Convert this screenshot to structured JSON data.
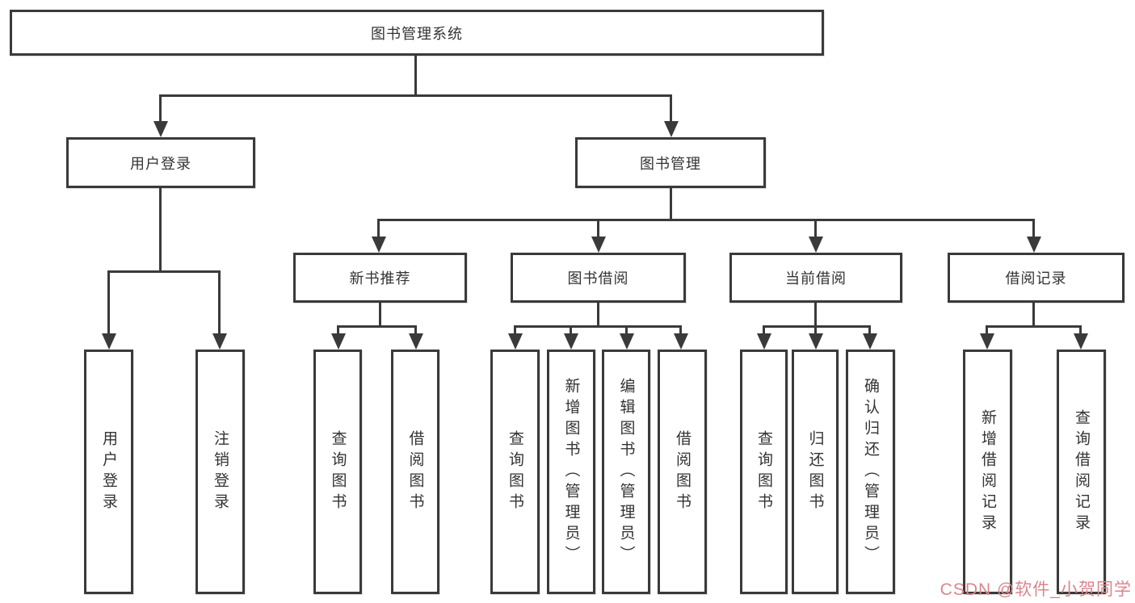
{
  "diagram": {
    "root": {
      "label": "图书管理系统"
    },
    "level2": {
      "user_login": {
        "label": "用户登录"
      },
      "book_mgmt": {
        "label": "图书管理"
      }
    },
    "level3": {
      "new_book_rec": {
        "label": "新书推荐"
      },
      "book_borrow": {
        "label": "图书借阅"
      },
      "current_borrow": {
        "label": "当前借阅"
      },
      "borrow_record": {
        "label": "借阅记录"
      }
    },
    "leaves": {
      "user_login": {
        "label": "用户登录"
      },
      "logout": {
        "label": "注销登录"
      },
      "nb_query": {
        "label": "查询图书"
      },
      "nb_borrow": {
        "label": "借阅图书"
      },
      "bb_query": {
        "label": "查询图书"
      },
      "bb_add": {
        "label": "新增图书（管理员）"
      },
      "bb_edit": {
        "label": "编辑图书（管理员）"
      },
      "bb_borrow": {
        "label": "借阅图书"
      },
      "cb_query": {
        "label": "查询图书"
      },
      "cb_return": {
        "label": "归还图书"
      },
      "cb_confirm": {
        "label": "确认归还（管理员）"
      },
      "br_add": {
        "label": "新增借阅记录"
      },
      "br_query": {
        "label": "查询借阅记录"
      }
    },
    "line_color": "#3a3a3a"
  },
  "watermark": {
    "text": "CSDN @软件_小贺同学",
    "color": "#d9868c"
  }
}
